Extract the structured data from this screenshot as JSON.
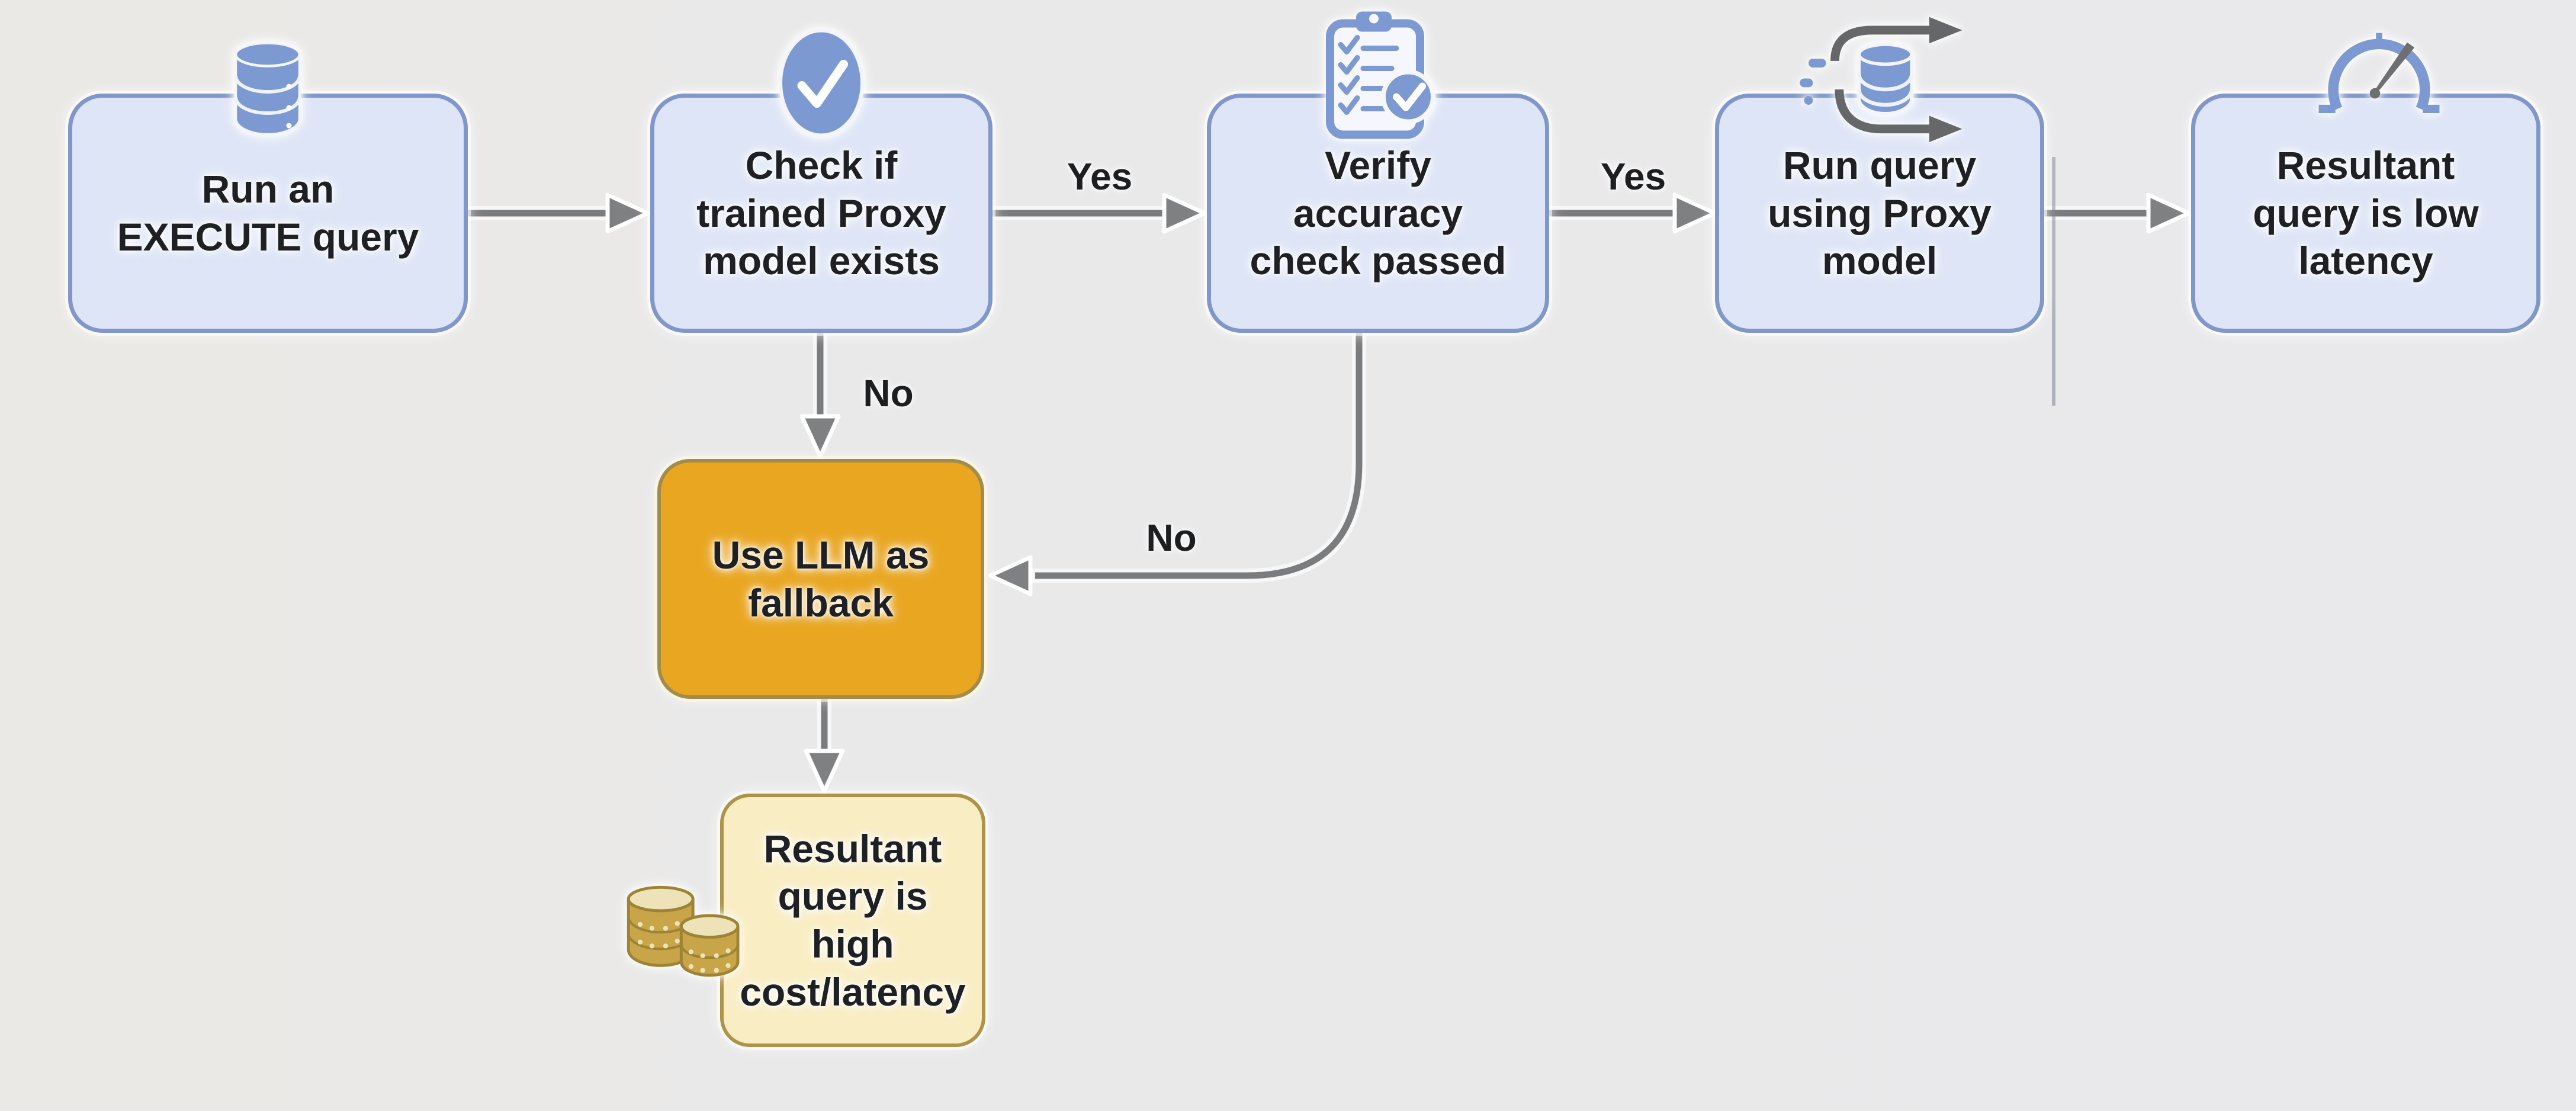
{
  "flowchart": {
    "background": "#e9e9ea",
    "nodes": [
      {
        "id": "execute-query",
        "label": "Run an\nEXECUTE query",
        "icon": "database-icon",
        "kind": "primary"
      },
      {
        "id": "check-proxy-exists",
        "label": "Check if\ntrained Proxy\nmodel exists",
        "icon": "check-circle-icon",
        "kind": "primary"
      },
      {
        "id": "verify-accuracy",
        "label": "Verify\naccuracy\ncheck passed",
        "icon": "checklist-icon",
        "kind": "primary"
      },
      {
        "id": "run-proxy-query",
        "label": "Run query\nusing Proxy\nmodel",
        "icon": "database-flow-icon",
        "kind": "primary"
      },
      {
        "id": "low-latency-result",
        "label": "Resultant\nquery is low\nlatency",
        "icon": "speedometer-icon",
        "kind": "primary"
      },
      {
        "id": "llm-fallback",
        "label": "Use LLM as\nfallback",
        "icon": null,
        "kind": "warning"
      },
      {
        "id": "high-cost-result",
        "label": "Resultant\nquery is\nhigh\ncost/latency",
        "icon": "coins-icon",
        "kind": "cost"
      }
    ],
    "edges": [
      {
        "from": "execute-query",
        "to": "check-proxy-exists",
        "label": ""
      },
      {
        "from": "check-proxy-exists",
        "to": "verify-accuracy",
        "label": "Yes"
      },
      {
        "from": "verify-accuracy",
        "to": "run-proxy-query",
        "label": "Yes"
      },
      {
        "from": "run-proxy-query",
        "to": "low-latency-result",
        "label": ""
      },
      {
        "from": "check-proxy-exists",
        "to": "llm-fallback",
        "label": "No"
      },
      {
        "from": "verify-accuracy",
        "to": "llm-fallback",
        "label": "No"
      },
      {
        "from": "llm-fallback",
        "to": "high-cost-result",
        "label": ""
      }
    ],
    "colors": {
      "node_fill": "#dee5f6",
      "node_border": "#8197c9",
      "icon_blue": "#7d99d1",
      "warning_fill": "#e9a621",
      "warning_border": "#a28c4d",
      "cost_fill": "#f9edc3",
      "cost_border": "#ad9448",
      "coin_gold": "#c7a548",
      "arrow_gray": "#7b7c7e",
      "text": "#1e2023",
      "background": "#e9e9ea"
    }
  }
}
